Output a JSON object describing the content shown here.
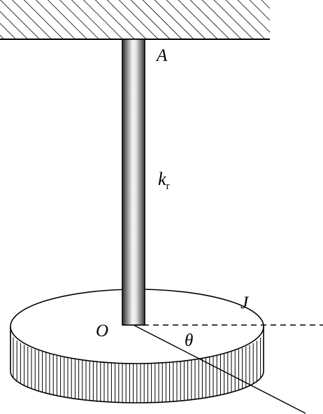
{
  "labels": {
    "support_point": "A",
    "stiffness_symbol": "k",
    "stiffness_subscript": "r",
    "inertia": "J",
    "center": "O",
    "angle": "θ"
  },
  "colors": {
    "ink": "#000000",
    "rod_dark": "#3a3a3a",
    "rod_light": "#f2f2f2",
    "background": "#ffffff"
  }
}
